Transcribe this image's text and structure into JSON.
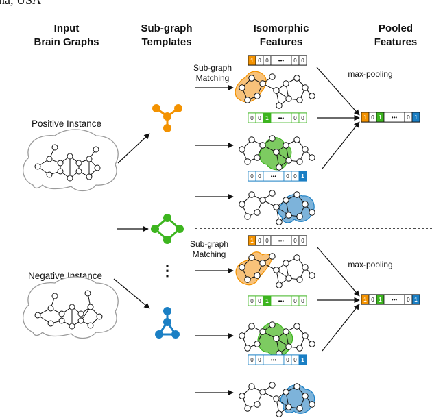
{
  "partial_top_text": "na, USA",
  "headers": {
    "input": [
      "Input",
      "Brain Graphs"
    ],
    "templates": [
      "Sub-graph",
      "Templates"
    ],
    "isomorphic": [
      "Isomorphic",
      "Features"
    ],
    "pooled": [
      "Pooled",
      "Features"
    ]
  },
  "labels": {
    "positive": "Positive Instance",
    "negative": "Negative Instance",
    "matching_top": [
      "Sub-graph",
      "Matching"
    ],
    "matching_bottom": [
      "Sub-graph",
      "Matching"
    ],
    "maxpool_top": "max-pooling",
    "maxpool_bottom": "max-pooling",
    "more_templates": "⋮"
  },
  "colors": {
    "orange": "#F39200",
    "green": "#3DB51F",
    "blue": "#1A7FC4",
    "orange_fill": "#F8C27A",
    "green_fill": "#7DCB61",
    "blue_fill": "#7DB3DA"
  },
  "vectors": {
    "pos_orange": [
      "1",
      "0",
      "0",
      "•••",
      "0",
      "0"
    ],
    "pos_green": [
      "0",
      "0",
      "1",
      "•••",
      "0",
      "0"
    ],
    "pos_blue": [
      "0",
      "0",
      "•••",
      "0",
      "0",
      "1"
    ],
    "pos_pooled": [
      "1",
      "0",
      "1",
      "•••",
      "0",
      "1"
    ],
    "neg_orange": [
      "1",
      "0",
      "0",
      "•••",
      "0",
      "0"
    ],
    "neg_green": [
      "0",
      "0",
      "1",
      "•••",
      "0",
      "0"
    ],
    "neg_blue": [
      "0",
      "0",
      "•••",
      "0",
      "0",
      "1"
    ],
    "neg_pooled": [
      "1",
      "0",
      "1",
      "•••",
      "0",
      "1"
    ]
  }
}
